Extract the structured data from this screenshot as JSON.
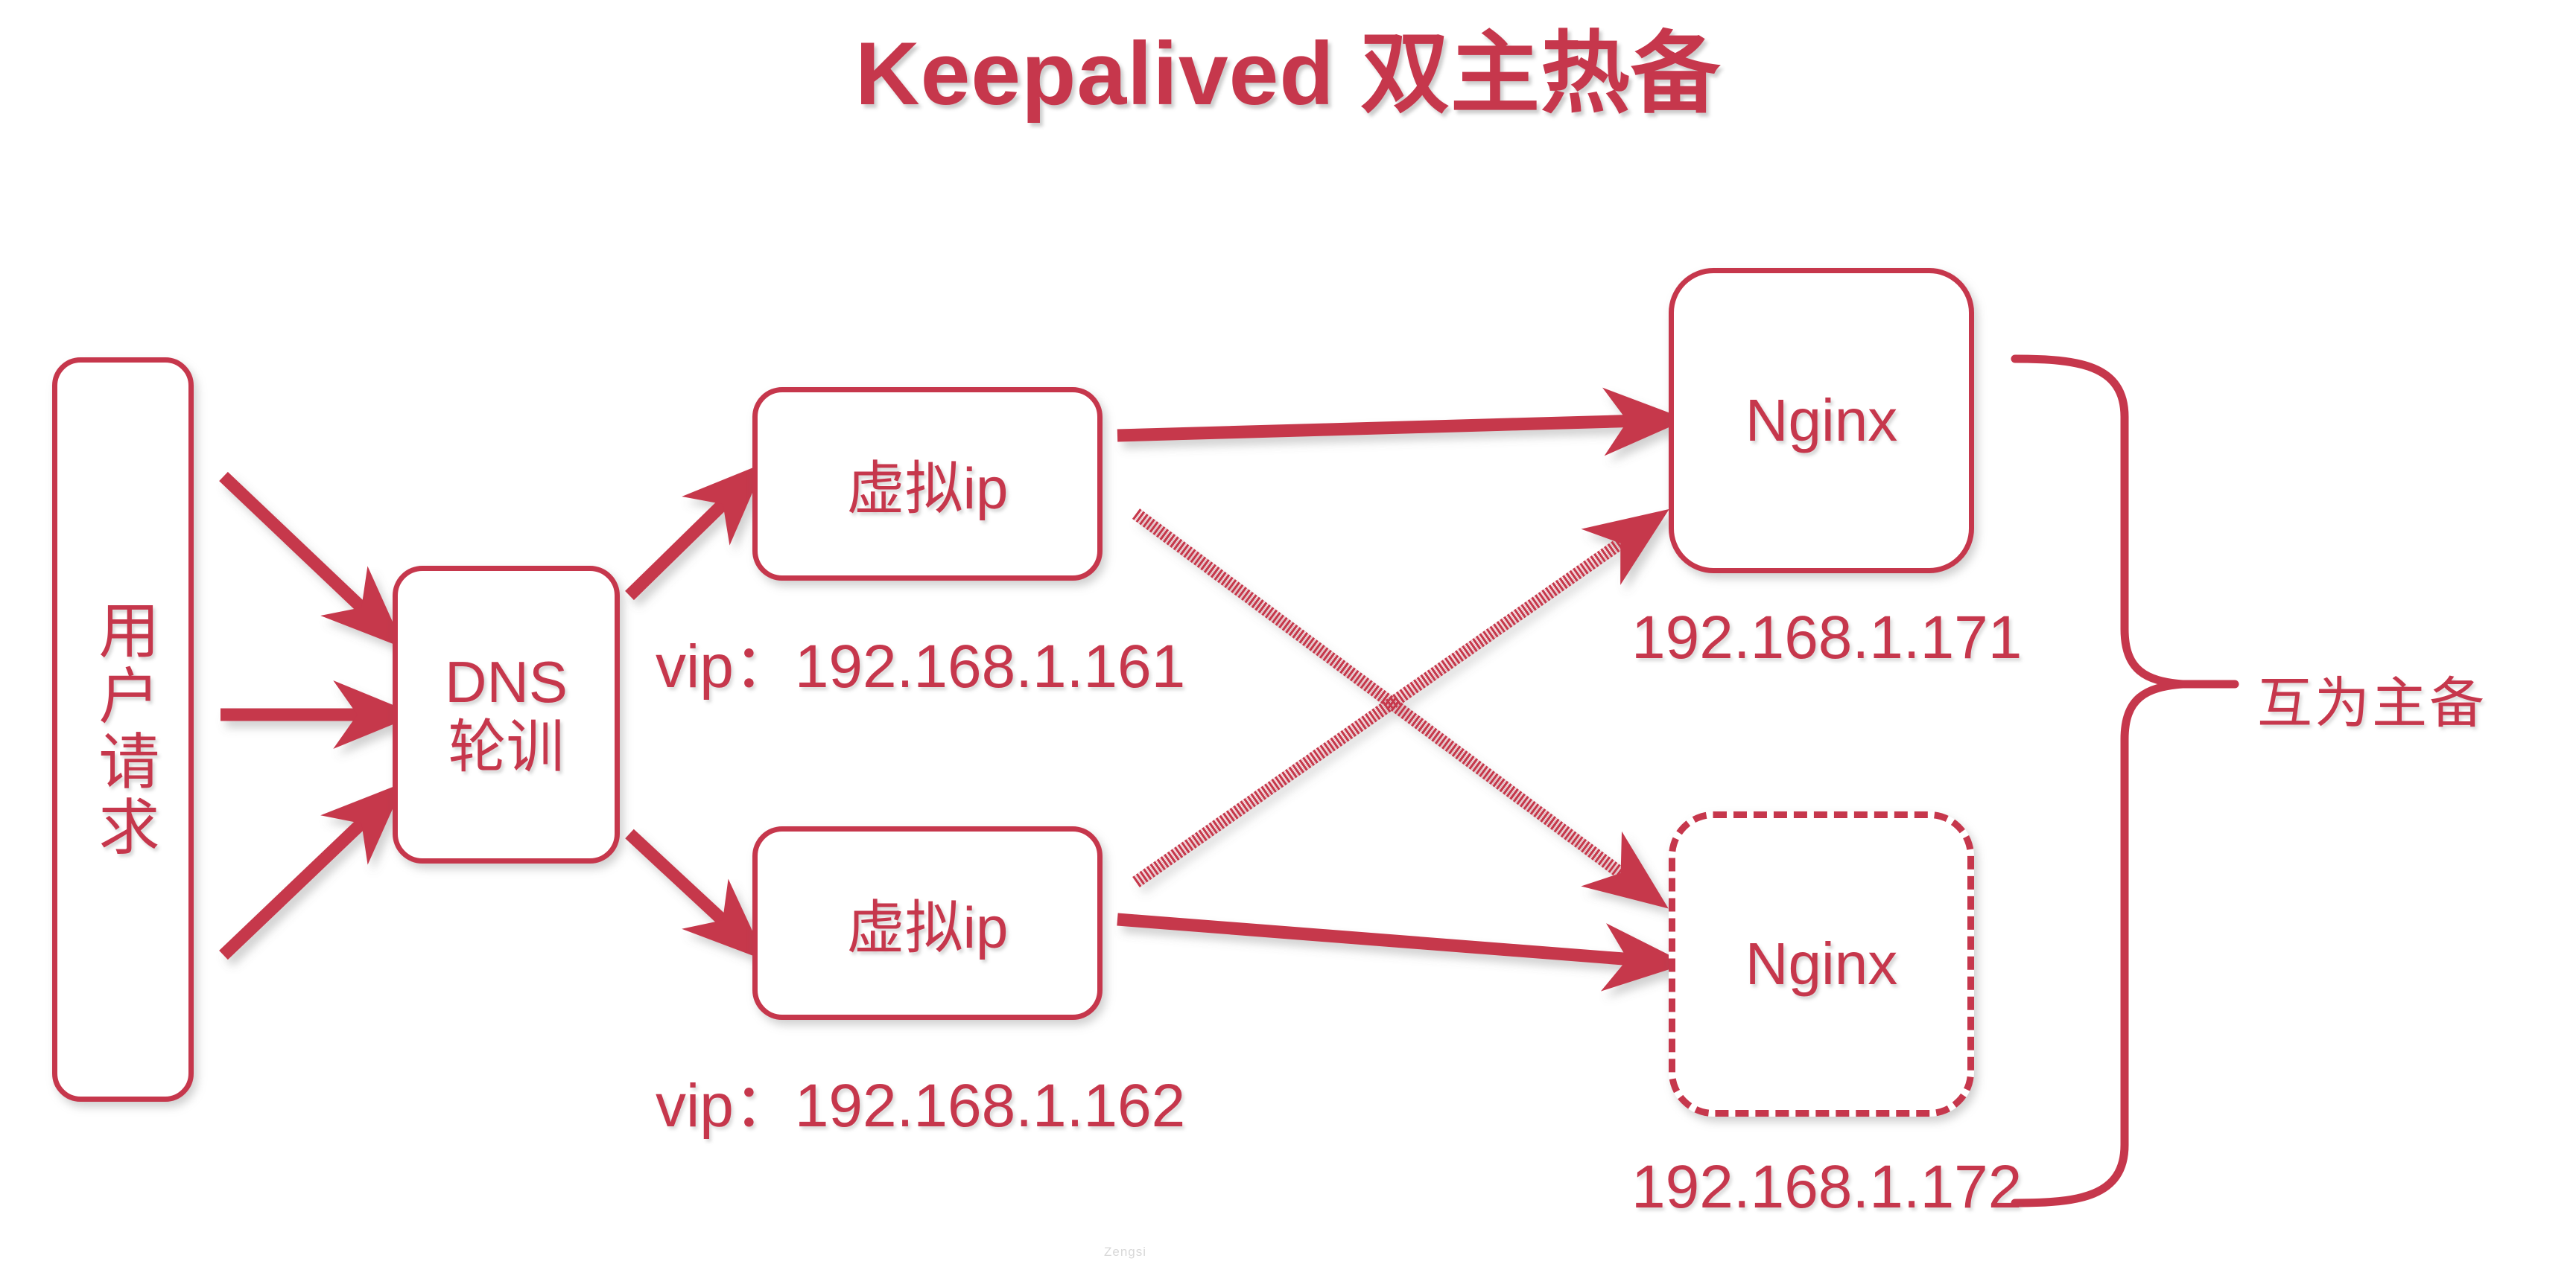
{
  "page": {
    "title": "Keepalived 双主热备",
    "accent_color": "#C6374C",
    "background_color": "#FFFFFF",
    "watermark": "Zengsi"
  },
  "nodes": {
    "user_request": {
      "label": "用户请求",
      "shape": "rounded-rect",
      "border": "solid"
    },
    "dns": {
      "line1": "DNS",
      "line2": "轮训",
      "shape": "rounded-rect",
      "border": "solid"
    },
    "vip_1": {
      "label": "虚拟ip",
      "shape": "rounded-rect",
      "border": "solid"
    },
    "vip_2": {
      "label": "虚拟ip",
      "shape": "rounded-rect",
      "border": "solid"
    },
    "nginx_1": {
      "label": "Nginx",
      "shape": "rounded-square",
      "border": "solid"
    },
    "nginx_2": {
      "label": "Nginx",
      "shape": "rounded-square",
      "border": "dash-dot"
    }
  },
  "labels": {
    "vip_1_address": "vip：192.168.1.161",
    "vip_2_address": "vip：192.168.1.162",
    "nginx_1_address": "192.168.1.171",
    "nginx_2_address": "192.168.1.172",
    "pair_relationship": "互为主备"
  },
  "connections": [
    {
      "from": "user_request",
      "to": "dns",
      "style": "solid-arrow",
      "direction": "down-right"
    },
    {
      "from": "user_request",
      "to": "dns",
      "style": "solid-arrow",
      "direction": "right"
    },
    {
      "from": "user_request",
      "to": "dns",
      "style": "solid-arrow",
      "direction": "up-right"
    },
    {
      "from": "dns",
      "to": "vip_1",
      "style": "solid-arrow",
      "direction": "up-right"
    },
    {
      "from": "dns",
      "to": "vip_2",
      "style": "solid-arrow",
      "direction": "down-right"
    },
    {
      "from": "vip_1",
      "to": "nginx_1",
      "style": "solid-arrow",
      "direction": "right"
    },
    {
      "from": "vip_1",
      "to": "nginx_2",
      "style": "dash-dot-arrow",
      "direction": "down-right"
    },
    {
      "from": "vip_2",
      "to": "nginx_1",
      "style": "dash-dot-arrow",
      "direction": "up-right"
    },
    {
      "from": "vip_2",
      "to": "nginx_2",
      "style": "solid-arrow",
      "direction": "right"
    }
  ],
  "brace": {
    "groups": [
      "nginx_1",
      "nginx_2"
    ],
    "label": "互为主备"
  }
}
